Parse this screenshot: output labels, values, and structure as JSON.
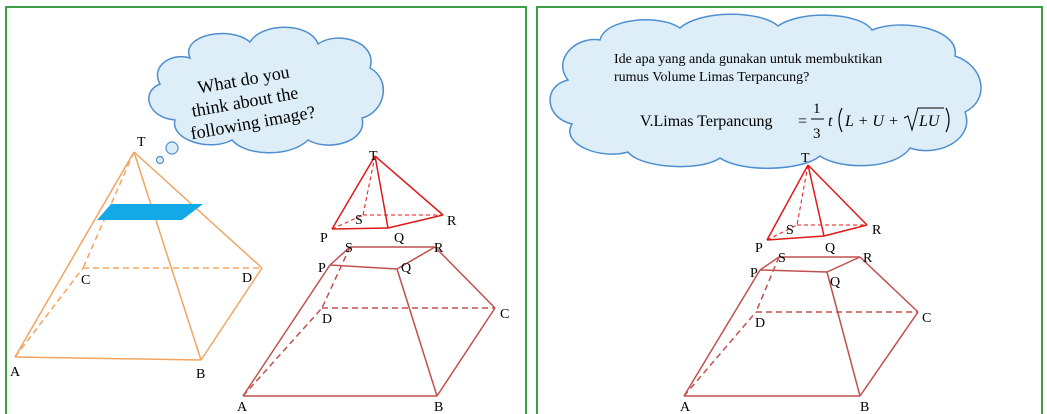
{
  "colors": {
    "frame": "#3aa043",
    "orange_pyramid": "#f0a560",
    "blue_section": "#12a9e6",
    "red_top": "#e11919",
    "brown_frustum": "#c0504d",
    "cloud_fill": "#ddeef8",
    "cloud_stroke": "#4f8fcf"
  },
  "left_panel": {
    "cloud": {
      "line1": "What do you",
      "line2": "think about the",
      "line3": "following image?"
    },
    "pyramid_labels": {
      "T": "T",
      "C": "C",
      "D": "D",
      "A": "A",
      "B": "B"
    },
    "small_pyramid_labels": {
      "T": "T",
      "S": "S",
      "R": "R",
      "P": "P",
      "Q": "Q"
    },
    "frustum_labels": {
      "S": "S",
      "R": "R",
      "P": "P",
      "Q": "Q",
      "D": "D",
      "C": "C",
      "A": "A",
      "B": "B"
    }
  },
  "right_panel": {
    "cloud": {
      "line1": "Ide apa yang anda gunakan untuk membuktikan",
      "line2": "rumus Volume Limas Terpancung?"
    },
    "formula": {
      "lhs": "V.Limas Terpancung",
      "equals": "=",
      "num": "1",
      "den": "3",
      "t": "t",
      "body": "L + U + ",
      "root": "LU"
    },
    "small_pyramid_labels": {
      "T": "T",
      "S": "S",
      "R": "R",
      "P": "P",
      "Q": "Q"
    },
    "frustum_labels": {
      "S": "S",
      "R": "R",
      "P": "P",
      "Q": "Q",
      "D": "D",
      "C": "C",
      "A": "A",
      "B": "B"
    }
  }
}
